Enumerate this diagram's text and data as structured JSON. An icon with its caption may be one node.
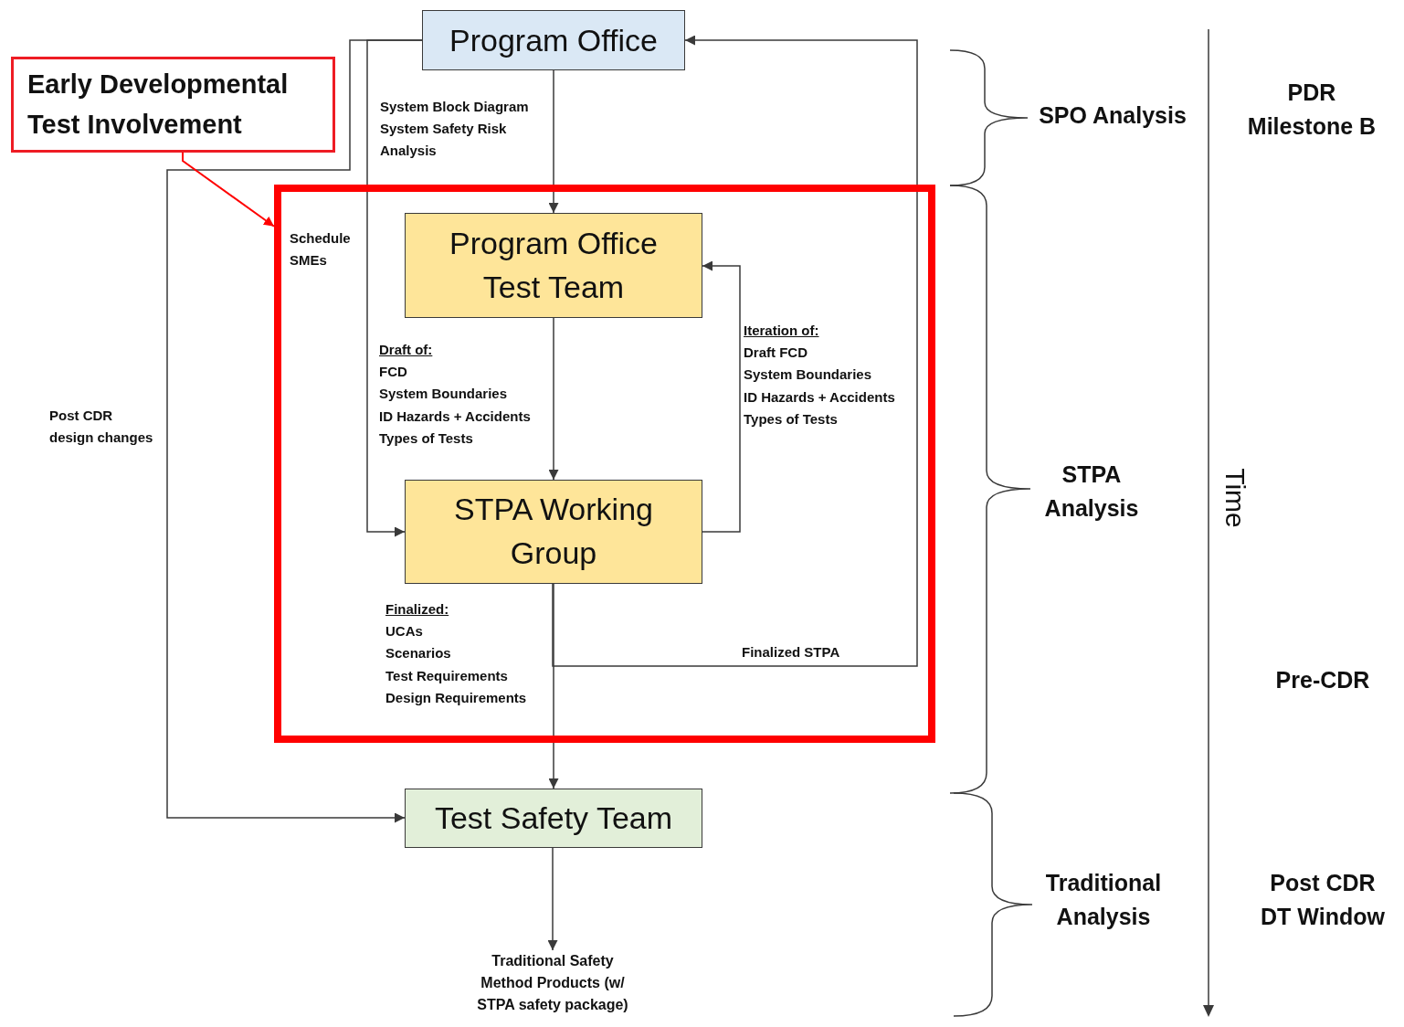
{
  "diagram": {
    "nodes": [
      {
        "text": [
          "Program Office"
        ]
      },
      {
        "text": [
          "Early Developmental Test Involvement"
        ]
      },
      {
        "text": [],
        "shape": "box"
      },
      {
        "text": [
          "Program Office Test Team"
        ],
        "in": 2
      },
      {
        "text": [
          "STPA Working Group"
        ],
        "in": 2
      },
      {
        "text": [
          "Test Safety Team"
        ]
      },
      {
        "text": [
          "Traditional Safety Method Products (w/ STPA safety package)"
        ]
      }
    ],
    "edges": [
      {
        "from": 0,
        "to": 3,
        "arrow": "to"
      },
      {
        "from": 0,
        "to": 4,
        "arrow": "to"
      },
      {
        "from": 0,
        "to": 5,
        "arrow": "to"
      },
      {
        "from": 3,
        "to": 4,
        "arrow": "to"
      },
      {
        "from": 4,
        "to": 3,
        "arrow": "to"
      },
      {
        "from": 4,
        "to": 5,
        "arrow": "to"
      },
      {
        "from": 4,
        "to": 0,
        "arrow": "to",
        "label": "Finalized STPA"
      },
      {
        "from": 5,
        "to": 6,
        "arrow": "to"
      },
      {
        "from": 1,
        "to": 2,
        "arrow": "to",
        "color": "#ff0000"
      }
    ],
    "labels": [
      "PDR Milestone B",
      "System Block Diagram",
      "SPO Analysis",
      "System Safety Risk Analysis",
      "Schedule SMEs",
      "Iteration of:",
      "Draft FCD",
      "Draft of:",
      "System Boundaries",
      "FCD",
      "System Boundaries",
      "ID Hazards + Accidents",
      "Post CDR design changes",
      "ID Hazards + Accidents",
      "Types of Tests",
      "Types of Tests",
      "STPA Analysis",
      "Time",
      "Finalized:",
      "UCAs",
      "Scenarios",
      "Test Requirements",
      "Pre-CDR",
      "Design Requirements",
      "Traditional Analysis",
      "Post CDR DT Window"
    ]
  }
}
